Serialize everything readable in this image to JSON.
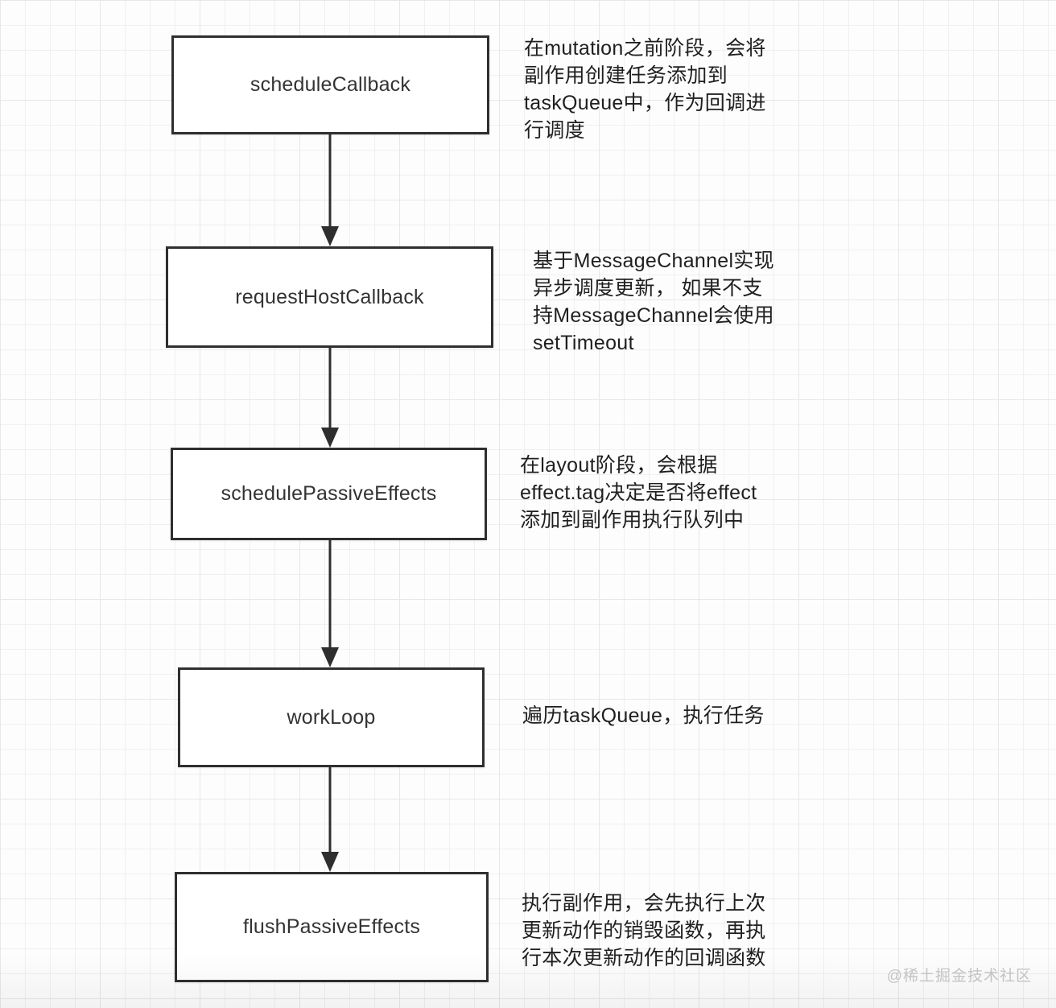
{
  "page": {
    "watermark": "@稀土掘金技术社区"
  },
  "flow": {
    "steps": [
      {
        "label": "scheduleCallback",
        "note": "在mutation之前阶段，会将\n副作用创建任务添加到\ntaskQueue中，作为回调进\n行调度"
      },
      {
        "label": "requestHostCallback",
        "note": "基于MessageChannel实现\n异步调度更新， 如果不支\n持MessageChannel会使用\nsetTimeout"
      },
      {
        "label": "schedulePassiveEffects",
        "note": "在layout阶段，会根据\neffect.tag决定是否将effect\n添加到副作用执行队列中"
      },
      {
        "label": "workLoop",
        "note": "遍历taskQueue，执行任务"
      },
      {
        "label": "flushPassiveEffects",
        "note": "执行副作用，会先执行上次\n更新动作的销毁函数，再执\n行本次更新动作的回调函数"
      }
    ],
    "colors": {
      "box_border": "#2f2f2f",
      "box_fill": "#ffffff",
      "arrow": "#2e2e2e",
      "note_text": "#1f1f1f",
      "grid_line": "#e7e7e7",
      "background": "#fdfdfd",
      "watermark": "#c7c7c7"
    }
  }
}
